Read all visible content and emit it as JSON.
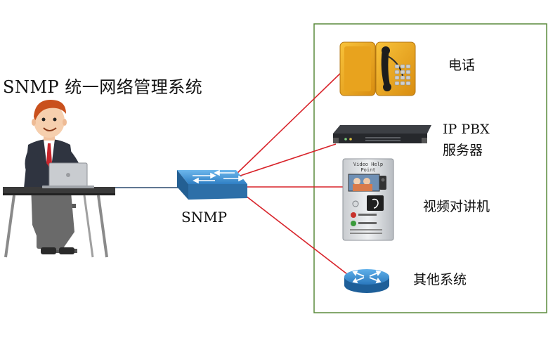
{
  "title": "SNMP 统一网络管理系统",
  "hub_label": "SNMP",
  "devices": [
    {
      "label": "电话"
    },
    {
      "label_line1": "IP PBX",
      "label_line2": "服务器"
    },
    {
      "label": "视频对讲机"
    },
    {
      "label": "其他系统"
    }
  ],
  "intercom_screen": {
    "line1": "Video Help",
    "line2": "Point"
  },
  "colors": {
    "link": "#d8232a",
    "box_border": "#5a8a3c",
    "switch_blue": "#3a8fd0",
    "phone_yellow": "#f2a81d"
  }
}
